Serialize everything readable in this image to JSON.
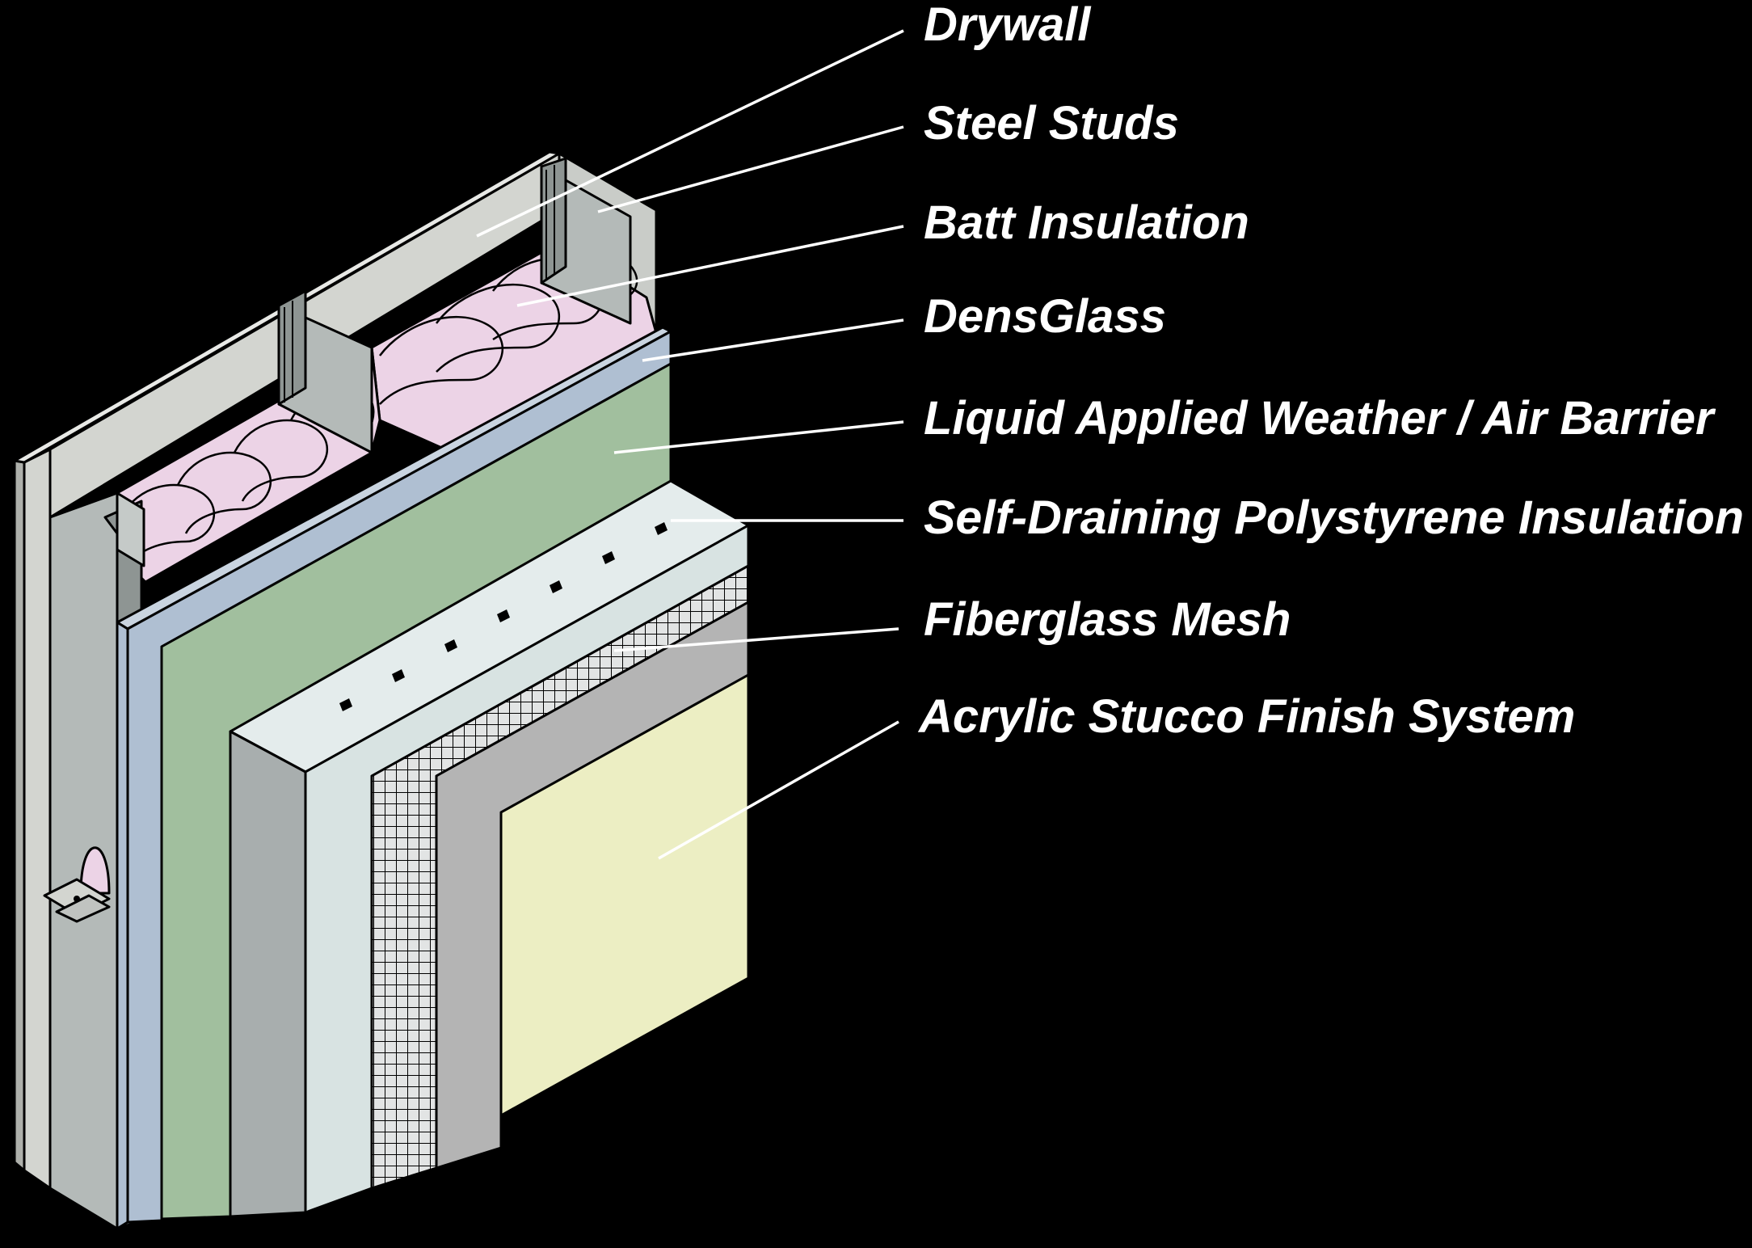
{
  "diagram": {
    "labels": [
      {
        "id": "drywall",
        "text": "Drywall"
      },
      {
        "id": "steel-studs",
        "text": "Steel Studs"
      },
      {
        "id": "batt",
        "text": "Batt Insulation"
      },
      {
        "id": "densglass",
        "text": "DensGlass"
      },
      {
        "id": "air-barrier",
        "text": "Liquid Applied Weather / Air Barrier"
      },
      {
        "id": "polystyrene",
        "text": "Self-Draining Polystyrene Insulation"
      },
      {
        "id": "mesh",
        "text": "Fiberglass Mesh"
      },
      {
        "id": "stucco",
        "text": "Acrylic Stucco Finish System"
      }
    ],
    "colors": {
      "background": "#000000",
      "drywall": "#d3d5d0",
      "drywall_dark": "#aeb0ab",
      "stud": "#b4bab8",
      "stud_dark": "#8e9593",
      "batt": "#ecd3e6",
      "densglass": "#afbfd2",
      "air_barrier": "#a1bf9e",
      "polystyrene_face": "#d8e3e2",
      "polystyrene_side": "#a8aeae",
      "mesh": "#d9dcdc",
      "basecoat": "#b4b4b4",
      "stucco": "#eceec3",
      "label_text": "#ffffff"
    }
  }
}
